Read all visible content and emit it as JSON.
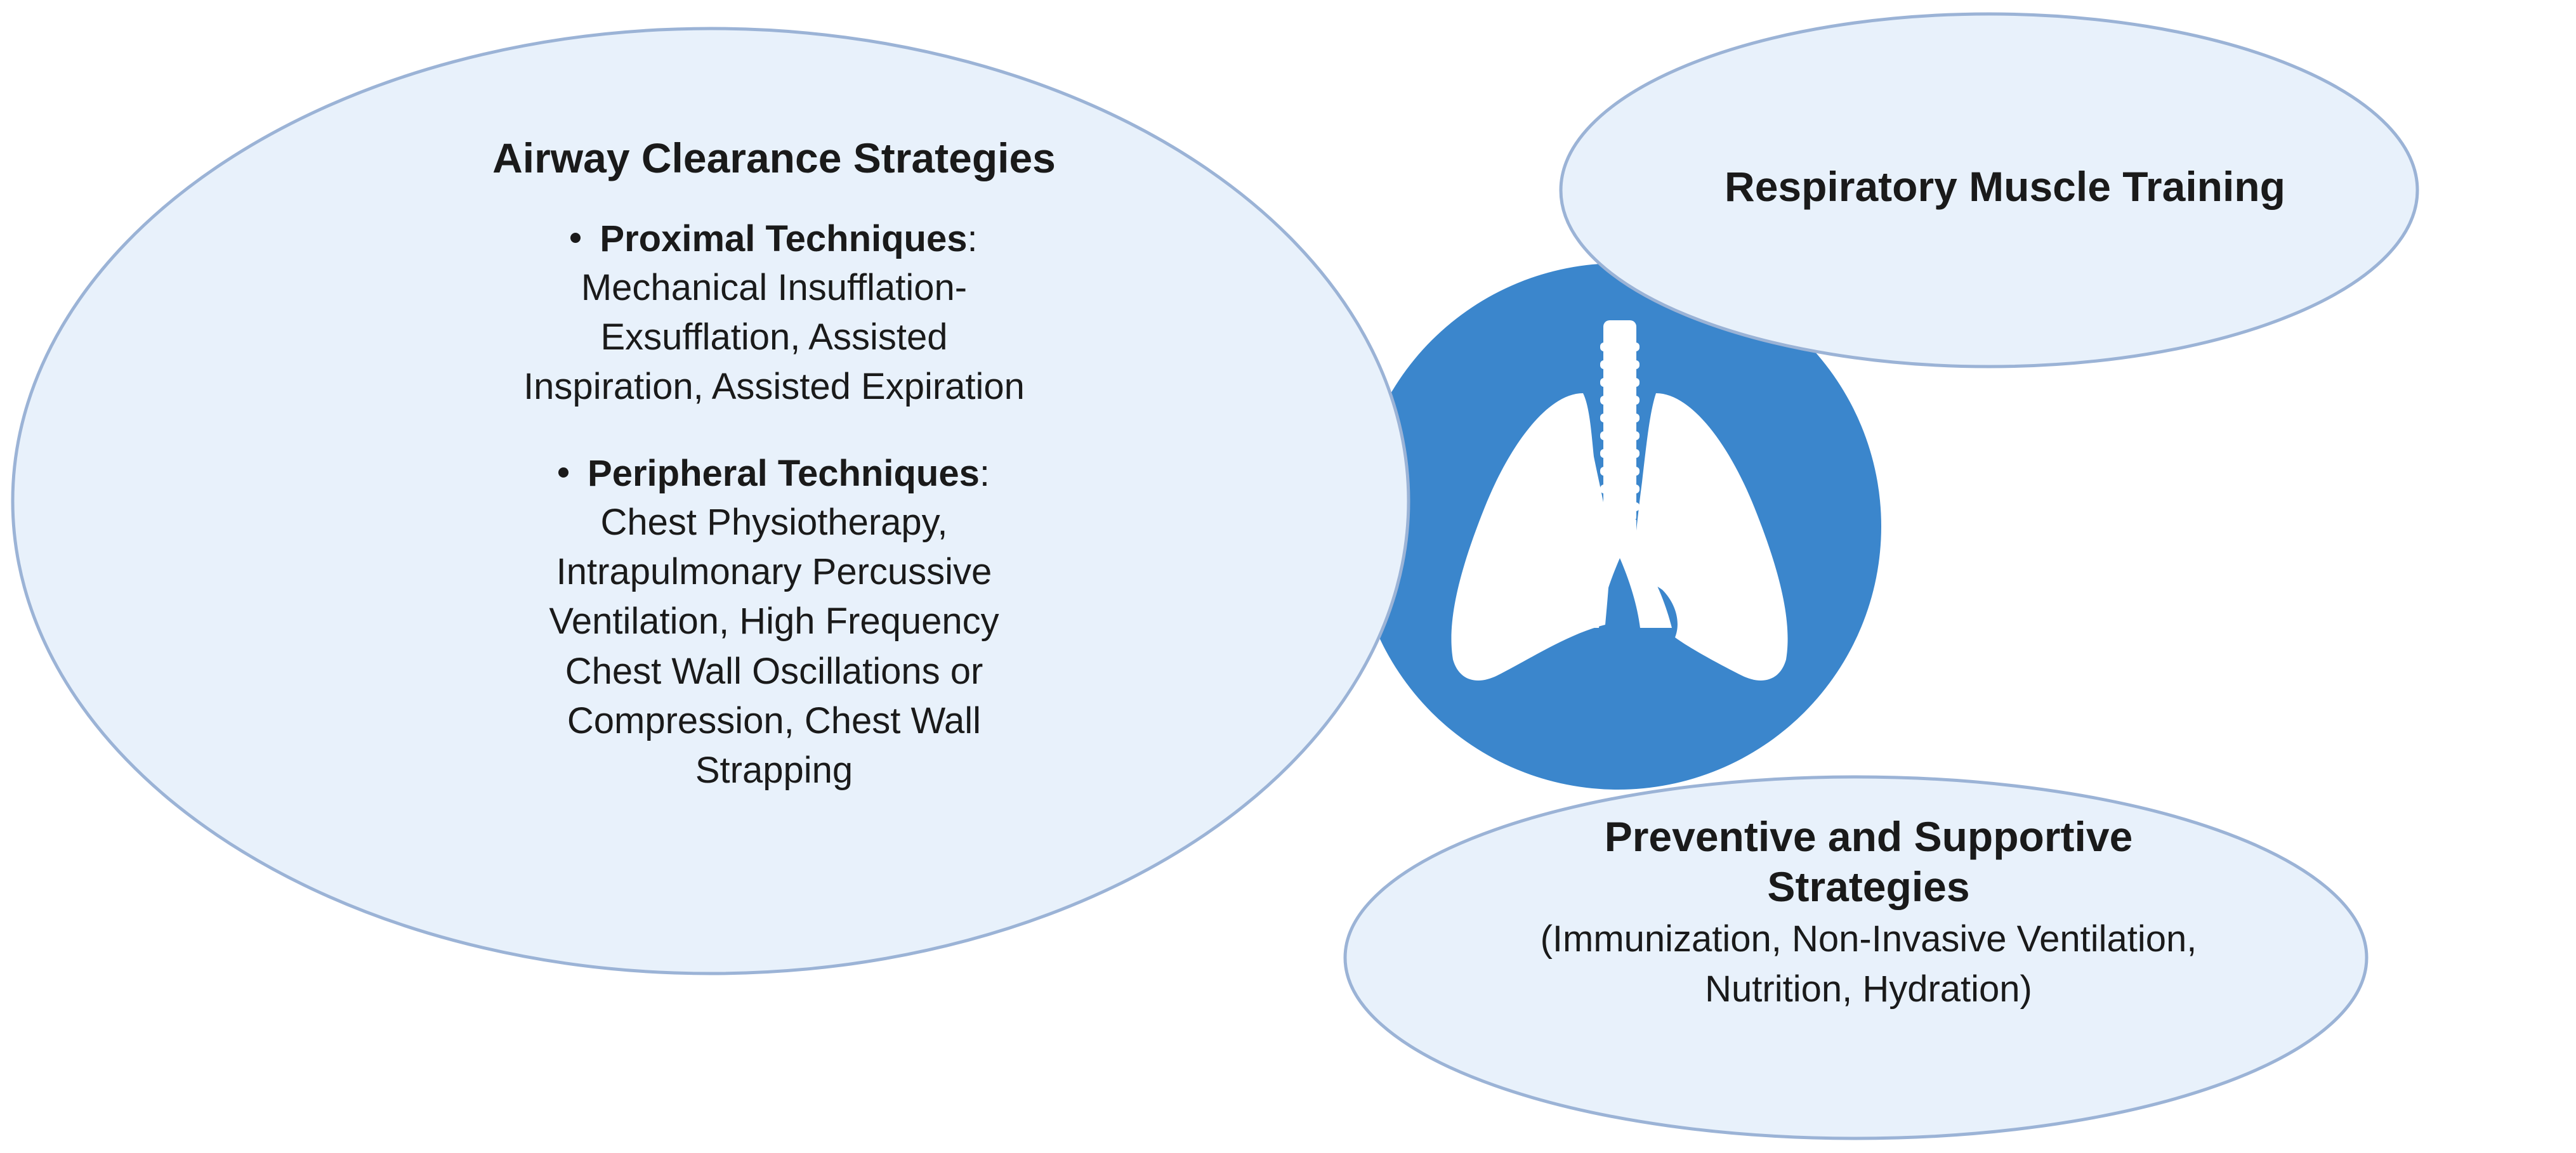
{
  "colors": {
    "ellipse_fill": "#e8f1fb",
    "ellipse_stroke": "#9bb3d6",
    "circle_fill": "#3b86cc",
    "lungs_fill": "#ffffff"
  },
  "center_icon": "lungs-icon",
  "airway": {
    "title": "Airway Clearance Strategies",
    "proximal": {
      "label": "Proximal Techniques",
      "suffix": ":",
      "lines": [
        "Mechanical Insufflation-",
        "Exsufflation, Assisted",
        "Inspiration, Assisted Expiration"
      ]
    },
    "peripheral": {
      "label": "Peripheral Techniques",
      "suffix": ":",
      "lines": [
        "Chest Physiotherapy,",
        "Intrapulmonary Percussive",
        "Ventilation, High Frequency",
        "Chest Wall Oscillations or",
        "Compression, Chest Wall",
        "Strapping"
      ]
    }
  },
  "respiratory": {
    "title": "Respiratory Muscle Training"
  },
  "preventive": {
    "title_lines": [
      "Preventive and Supportive",
      "Strategies"
    ],
    "detail_lines": [
      "(Immunization, Non-Invasive Ventilation,",
      "Nutrition, Hydration)"
    ]
  }
}
